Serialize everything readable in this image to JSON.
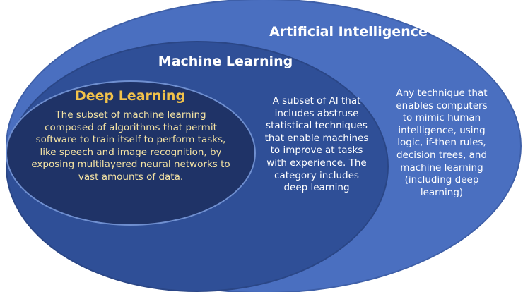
{
  "diagram": {
    "artificial_intelligence": {
      "title": "Artificial Intelligence",
      "description": [
        "Any technique that",
        "enables computers",
        "to mimic human",
        "intelligence, using",
        "logic, if-then rules,",
        "decision trees, and",
        "machine learning",
        "(including deep",
        "learning)"
      ]
    },
    "machine_learning": {
      "title": "Machine Learning",
      "description": [
        "A subset of AI that",
        "includes abstruse",
        "statistical techniques",
        "that enable machines",
        "to improve at tasks",
        "with experience. The",
        "category includes",
        "deep learning"
      ]
    },
    "deep_learning": {
      "title": "Deep Learning",
      "description": [
        "The subset of machine learning",
        "composed of algorithms that permit",
        "software to train itself to perform tasks,",
        "like speech and image recognition, by",
        "exposing multilayered neural networks to",
        "vast amounts of data."
      ]
    }
  },
  "colors": {
    "ai_fill": "#4a6fc0",
    "ml_fill": "#2f4f97",
    "dl_fill": "#1f3367",
    "dl_title": "#f2c24a",
    "dl_text": "#f4e3a4",
    "text": "#ffffff"
  }
}
